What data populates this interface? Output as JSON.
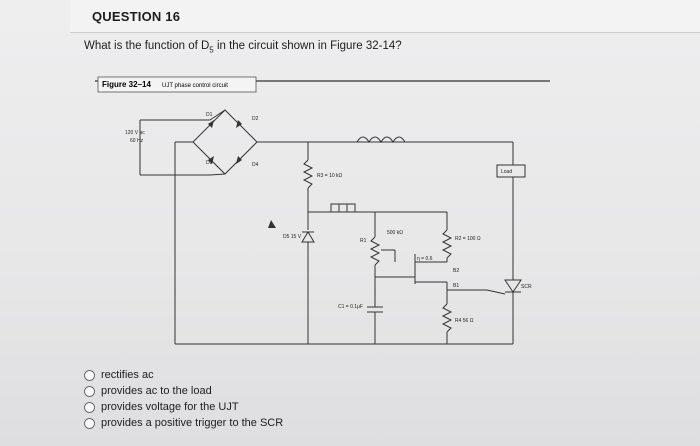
{
  "question": {
    "title": "QUESTION 16",
    "text_before": "What is the function of D",
    "text_sub": "5",
    "text_after": " in the circuit shown in Figure 32-14?"
  },
  "figure": {
    "caption_bold": "Figure 32–14",
    "caption_rest": "UJT phase control circuit",
    "labels": {
      "d1": "D1",
      "d2": "D2",
      "d3": "D3",
      "d4": "D4",
      "source_line1": "120 V ac",
      "source_line2": "60 Hz",
      "r3": "R3 = 10 kΩ",
      "d5": "D5 15 V",
      "r1": "R1",
      "r1_value": "500 kΩ",
      "eta": "η = 0.6",
      "r2": "R2 = 100 Ω",
      "load": "Load",
      "b2": "B2",
      "b1": "B1",
      "scr": "SCR",
      "c1": "C1 = 0.1μF",
      "r4": "R4 56 Ω"
    }
  },
  "answers": [
    "rectifies ac",
    "provides ac to the load",
    "provides voltage for the UJT",
    "provides a positive trigger to the SCR"
  ]
}
